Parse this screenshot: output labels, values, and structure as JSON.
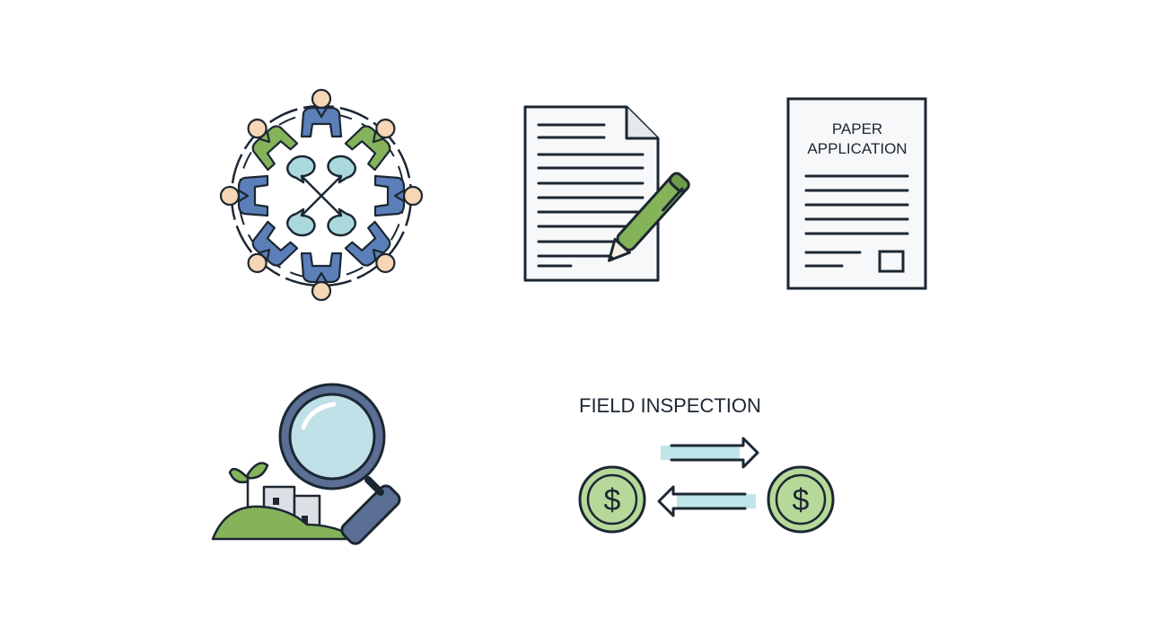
{
  "labels": {
    "paper_application_line1": "PAPER",
    "paper_application_line2": "APPLICATION",
    "field_inspection": "FIELD INSPECTION"
  },
  "currency_symbol": "$",
  "icons": [
    "community-meeting-icon",
    "document-with-pen-icon",
    "paper-application-form-icon",
    "land-inspection-magnifier-icon",
    "money-exchange-icon"
  ],
  "colors": {
    "outline": "#1c2733",
    "green": "#84b35a",
    "blue": "#5b7fb8",
    "teal": "#a9d9dc",
    "skin": "#f6d6b4",
    "coin": "#b6d99a",
    "paper": "#f7f8f9",
    "arrow_highlight": "#bfe5ea",
    "building": "#dcdfe3",
    "magnifier_handle": "#5a6f93"
  }
}
